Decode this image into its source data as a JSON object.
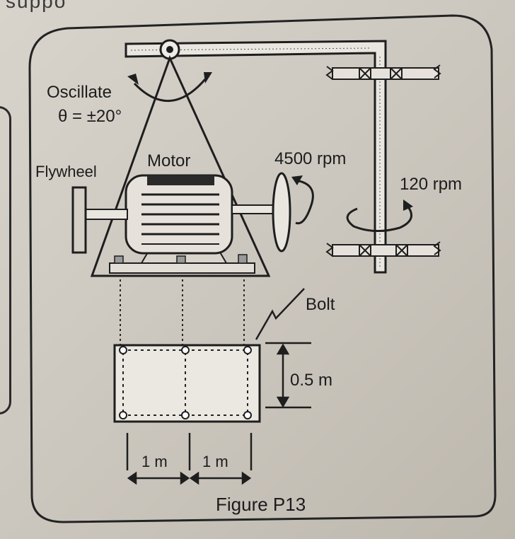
{
  "header_clip": "suppo",
  "labels": {
    "oscillate": "Oscillate",
    "theta": "θ = ±20°",
    "flywheel": "Flywheel",
    "motor": "Motor",
    "rpm_motor": "4500 rpm",
    "rpm_shaft": "120 rpm",
    "bolt": "Bolt",
    "height": "0.5 m",
    "width_left": "1 m",
    "width_right": "1 m",
    "caption": "Figure P13"
  },
  "icons": [
    "oscillation-arrow-icon",
    "rotation-arrow-icon",
    "bolt-pointer-icon",
    "bearing-icon"
  ]
}
